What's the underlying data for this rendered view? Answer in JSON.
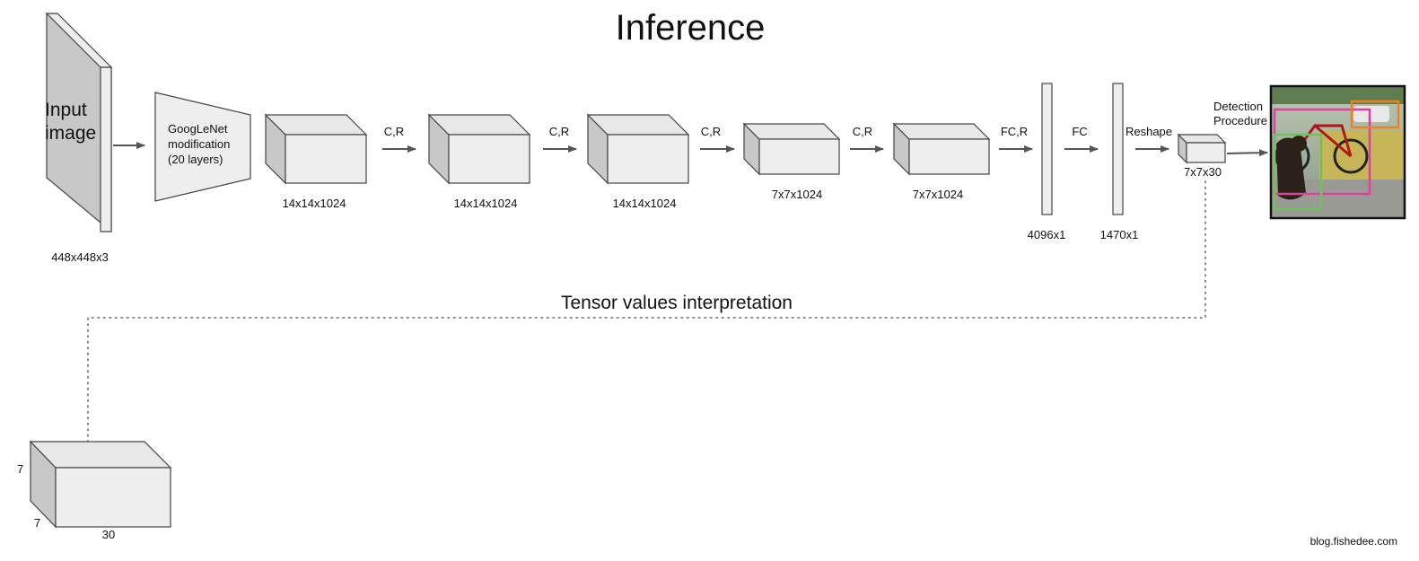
{
  "title": "Inference",
  "input": {
    "label_line1": "Input",
    "label_line2": "image",
    "dims": "448x448x3",
    "label_color": "#e02020"
  },
  "googlenet": {
    "line1": "GoogLeNet",
    "line2": "modification",
    "line3": "(20 layers)"
  },
  "blocks": [
    {
      "dims": "14x14x1024"
    },
    {
      "dims": "14x14x1024"
    },
    {
      "dims": "14x14x1024"
    },
    {
      "dims": "7x7x1024"
    },
    {
      "dims": "7x7x1024"
    }
  ],
  "ops": [
    "C,R",
    "C,R",
    "C,R",
    "C,R",
    "FC,R",
    "FC",
    "Reshape"
  ],
  "fc_layers": [
    {
      "dims": "4096x1"
    },
    {
      "dims": "1470x1"
    }
  ],
  "output": {
    "dims": "7x7x30",
    "detection_line1": "Detection",
    "detection_line2": "Procedure"
  },
  "interpretation": {
    "title": "Tensor values interpretation",
    "dim_height": "7",
    "dim_depth": "7",
    "dim_width": "30"
  },
  "watermark": {
    "text": "blog.fishedee.com",
    "color": "#d62020"
  },
  "photo_box_colors": [
    "#e040a0",
    "#f08020",
    "#70c060"
  ]
}
